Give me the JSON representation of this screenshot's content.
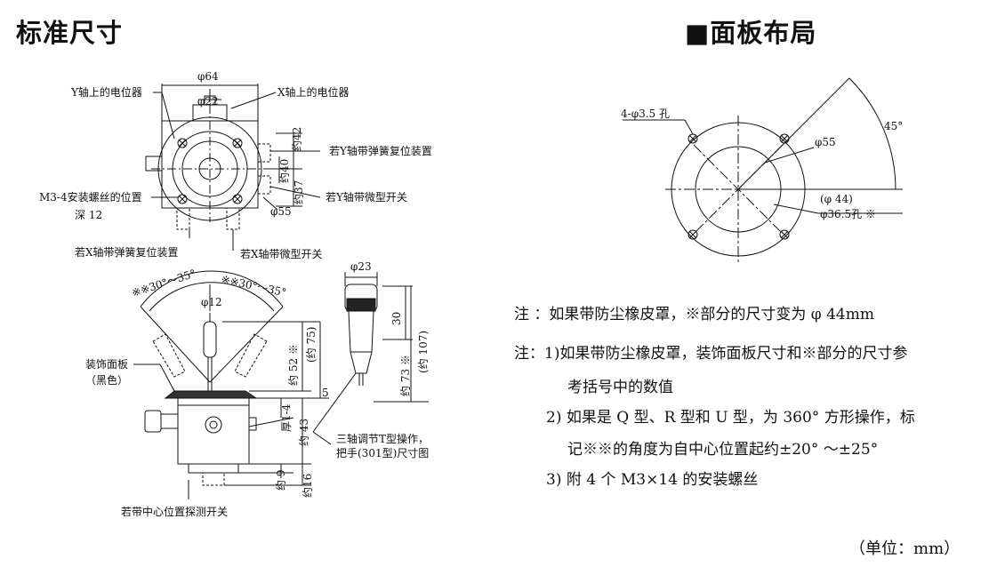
{
  "titles": {
    "left": "标准尺寸",
    "right": "■面板布局"
  },
  "dimensions": {
    "phi64": "φ64",
    "phi22": "φ22",
    "phi55": "φ55",
    "phi23": "φ23",
    "phi12": "φ12",
    "yue42": "约42",
    "yue40": "约40",
    "yue37": "约37",
    "yue52": "约 52 ※",
    "yue75": "(约 75)",
    "yue43": "约 43",
    "hou": "厚1-4",
    "yue9": "约 9",
    "yue16": "约16",
    "five": "5",
    "thirty": "30",
    "yue73": "约 73 ※",
    "yue107": "(约 107)",
    "angle_left": "※※30°～35°",
    "angle_right": "※※30°～35°"
  },
  "labels": {
    "y_pot": "Y轴上的电位器",
    "x_pot": "X轴上的电位器",
    "y_spring": "若Y轴带弹簧复位装置",
    "y_switch": "若Y轴带微型开关",
    "m3_screw": "M3-4安装螺丝的位置",
    "depth": "深 12",
    "x_spring": "若X轴带弹簧复位装置",
    "x_switch": "若X轴带微型开关",
    "panel_label": "装饰面板",
    "panel_color": "（黑色）",
    "center_switch": "若带中心位置探测开关",
    "t_handle_1": "三轴调节T型操作，",
    "t_handle_2": "把手(301型)尺寸图"
  },
  "layout_diagram": {
    "holes": "4-φ3.5 孔",
    "angle": "45°",
    "phi55": "φ55",
    "phi44": "(φ 44)",
    "phi365": "φ36.5孔 ※"
  },
  "notes": {
    "note1": "注 ：如果带防尘橡皮罩，※部分的尺寸变为 φ 44mm",
    "note2_head": "注：1)如果带防尘橡皮罩，装饰面板尺寸和※部分的尺寸参",
    "note2_cont": "考括号中的数值",
    "note2_2a": "2) 如果是 Q 型、R 型和 U 型，为 360° 方形操作，标",
    "note2_2b": "记※※的角度为自中心位置起约±20° ～±25°",
    "note2_3": "3) 附 4 个 M3×14 的安装螺丝"
  },
  "unit": "（单位：mm）"
}
